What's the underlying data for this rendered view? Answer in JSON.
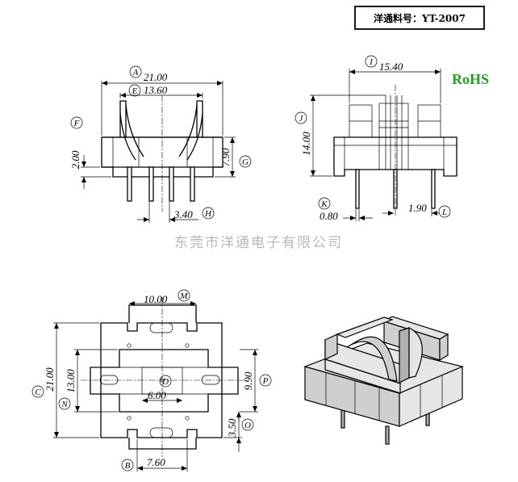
{
  "part_number": "洋通料号：YT-2007",
  "rohs": "RoHS",
  "watermark": "东莞市洋通电子有限公司",
  "dimensions": {
    "A": {
      "letter": "A",
      "value": "21.00"
    },
    "B": {
      "letter": "B",
      "value": "7.60"
    },
    "C": {
      "letter": "C",
      "value": "21.00"
    },
    "D": {
      "letter": "D",
      "value": "6.00"
    },
    "E": {
      "letter": "E",
      "value": "13.60"
    },
    "F": {
      "letter": "F",
      "value": "2.00"
    },
    "G": {
      "letter": "G",
      "value": "7.90"
    },
    "H": {
      "letter": "H",
      "value": "3.40"
    },
    "I": {
      "letter": "I",
      "value": "15.40"
    },
    "J": {
      "letter": "J",
      "value": "14.00"
    },
    "K": {
      "letter": "K",
      "value": "0.80"
    },
    "L": {
      "letter": "L",
      "value": "1.90"
    },
    "M": {
      "letter": "M",
      "value": "10.00"
    },
    "N": {
      "letter": "N",
      "value": "13.00"
    },
    "O": {
      "letter": "O",
      "value": "3.50"
    },
    "P": {
      "letter": "P",
      "value": "9.90"
    }
  }
}
